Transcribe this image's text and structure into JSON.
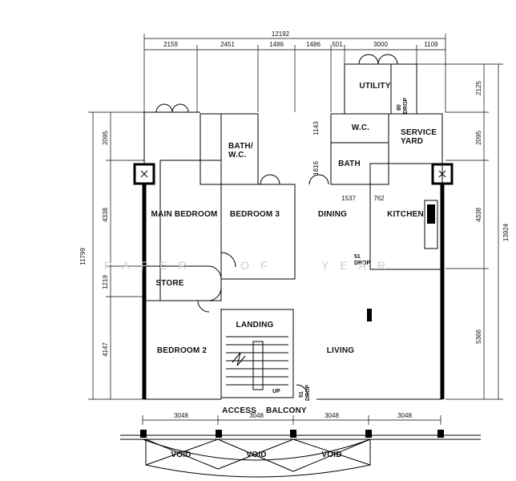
{
  "plan": {
    "rooms": {
      "utility": "UTILITY",
      "bath_wc_left_1": "BATH/",
      "bath_wc_left_2": "W.C.",
      "wc": "W.C.",
      "bath": "BATH",
      "service_yard_1": "SERVICE",
      "service_yard_2": "YARD",
      "main_bedroom": "MAIN BEDROOM",
      "bedroom3": "BEDROOM 3",
      "dining": "DINING",
      "kitchen": "KITCHEN",
      "store": "STORE",
      "landing": "LANDING",
      "bedroom2": "BEDROOM 2",
      "living": "LIVING",
      "access_balcony": "ACCESS    BALCONY",
      "void": "VOID"
    },
    "labels": {
      "drop": "DROP",
      "drop_51_a": "51",
      "drop_51_b": "51",
      "drop_80": "80",
      "up": "UP",
      "watermark": "PAPER   OF   YEAR"
    },
    "dimensions_top": {
      "overall": "12192",
      "d1": "2159",
      "d2": "2451",
      "d3": "1486",
      "d4": "1486",
      "d5": "501",
      "d6": "3000",
      "d7": "1109"
    },
    "dimensions_left": {
      "overall": "11799",
      "d1": "2095",
      "d2": "4338",
      "d3": "1219",
      "d4": "4147"
    },
    "dimensions_right": {
      "overall": "13924",
      "d1": "2125",
      "d2": "2095",
      "d3": "4338",
      "d4": "5366"
    },
    "dimensions_inner": {
      "d1143": "1143",
      "d1816": "1816",
      "d1537": "1537",
      "d762": "762"
    },
    "dimensions_bottom": {
      "b1": "3048",
      "b2": "3048",
      "b3": "3048",
      "b4": "3048"
    }
  }
}
